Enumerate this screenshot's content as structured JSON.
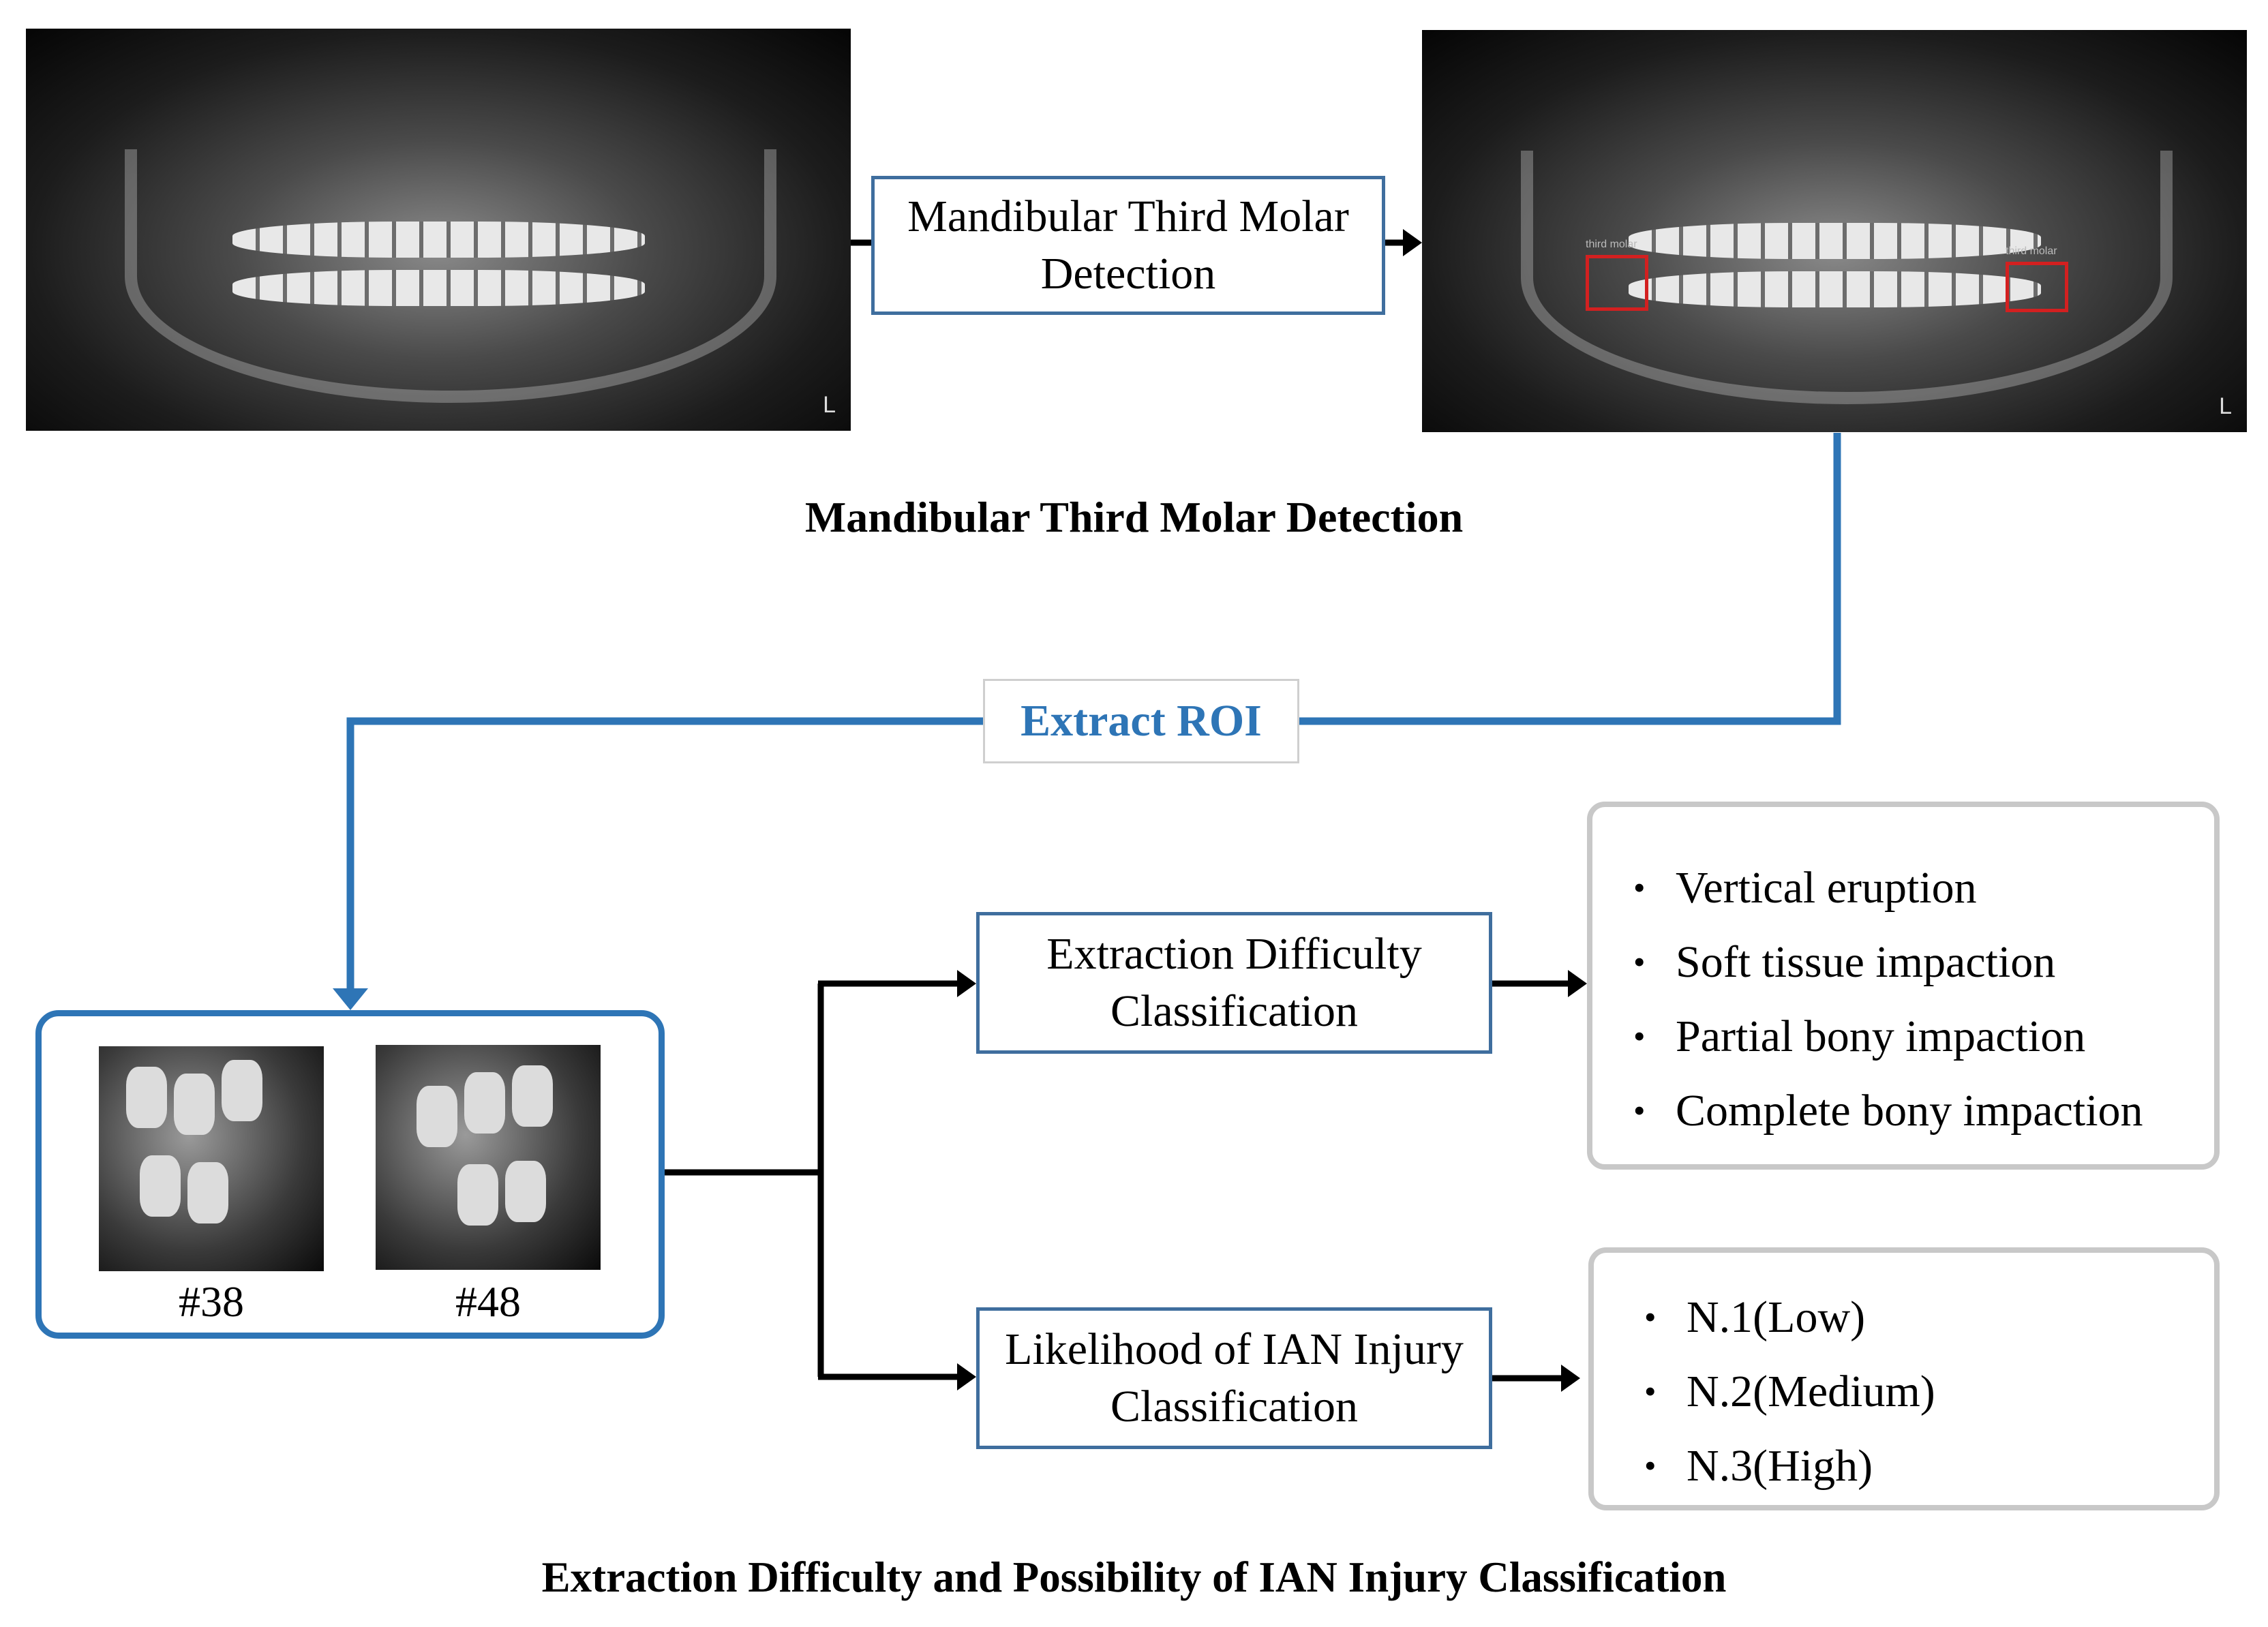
{
  "top_process_label": "Mandibular Third Molar Detection",
  "top_caption": "Mandibular Third Molar Detection",
  "xray_side_marker": "L",
  "detection_labels": [
    "third molar",
    "third molar"
  ],
  "roi_label": "Extract ROI",
  "roi_teeth": [
    {
      "label": "#38",
      "icon": "xray-crop-38"
    },
    {
      "label": "#48",
      "icon": "xray-crop-48"
    }
  ],
  "difficulty_box_label": "Extraction Difficulty Classification",
  "difficulty_classes": [
    "Vertical eruption",
    "Soft tissue impaction",
    "Partial bony impaction",
    "Complete bony impaction"
  ],
  "ian_box_label": "Likelihood of IAN Injury Classification",
  "ian_classes": [
    "N.1(Low)",
    "N.2(Medium)",
    "N.3(High)"
  ],
  "bottom_caption": "Extraction Difficulty and Possibility of IAN Injury Classification",
  "colors": {
    "accent_blue": "#2e75b6",
    "box_border": "#3f6e9e",
    "detection_red": "#d32020",
    "list_border": "#c8c8c8"
  }
}
